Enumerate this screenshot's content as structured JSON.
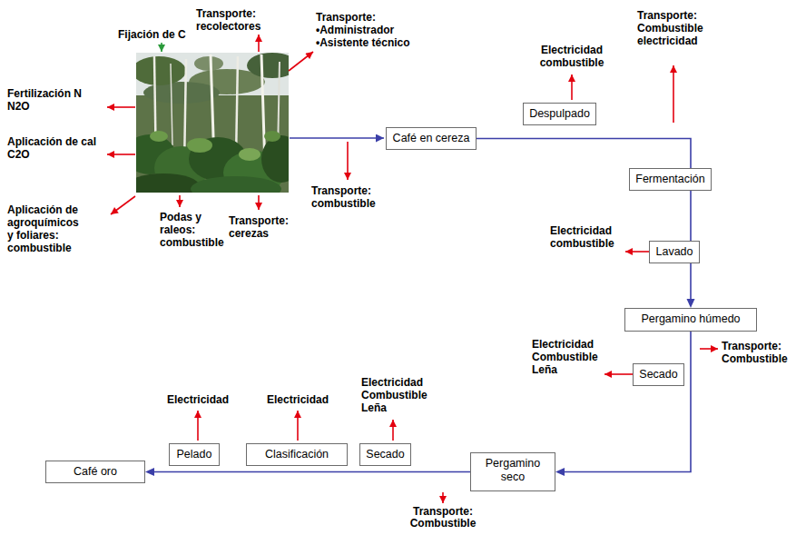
{
  "diagram": {
    "nodes": [
      {
        "text": [
          "Café en cereza"
        ]
      },
      {
        "text": [
          "Despulpado"
        ]
      },
      {
        "text": [
          "Fermentación"
        ]
      },
      {
        "text": [
          "Lavado"
        ]
      },
      {
        "text": [
          "Pergamino húmedo"
        ]
      },
      {
        "text": [
          "Secado"
        ]
      },
      {
        "text": [
          "Pergamino seco"
        ]
      },
      {
        "text": [
          "Secado"
        ]
      },
      {
        "text": [
          "Clasificación"
        ]
      },
      {
        "text": [
          "Pelado"
        ]
      },
      {
        "text": [
          "Café oro"
        ]
      }
    ],
    "edges": [
      {
        "from": 0,
        "to": 4,
        "arrow": "to"
      },
      {
        "from": 4,
        "to": 6,
        "arrow": "to"
      },
      {
        "from": 6,
        "to": 10,
        "arrow": "to"
      }
    ],
    "labels": [
      "Fijación de C",
      "Transporte: recolectores",
      "Transporte: •Administrador •Asistente técnico",
      "Fertilización N N2O",
      "Aplicación de cal C2O",
      "Aplicación de agroquímicos y foliares: combustible",
      "Podas y raleos: combustible",
      "Transporte: cerezas",
      "Transporte: combustible",
      "Electricidad combustible",
      "Transporte: Combustible electricidad",
      "Electricidad combustible",
      "Transporte: Combustible",
      "Electricidad Combustible Leña",
      "Electricidad Combustible Leña",
      "Electricidad",
      "Electricidad",
      "Transporte: Combustible"
    ]
  }
}
